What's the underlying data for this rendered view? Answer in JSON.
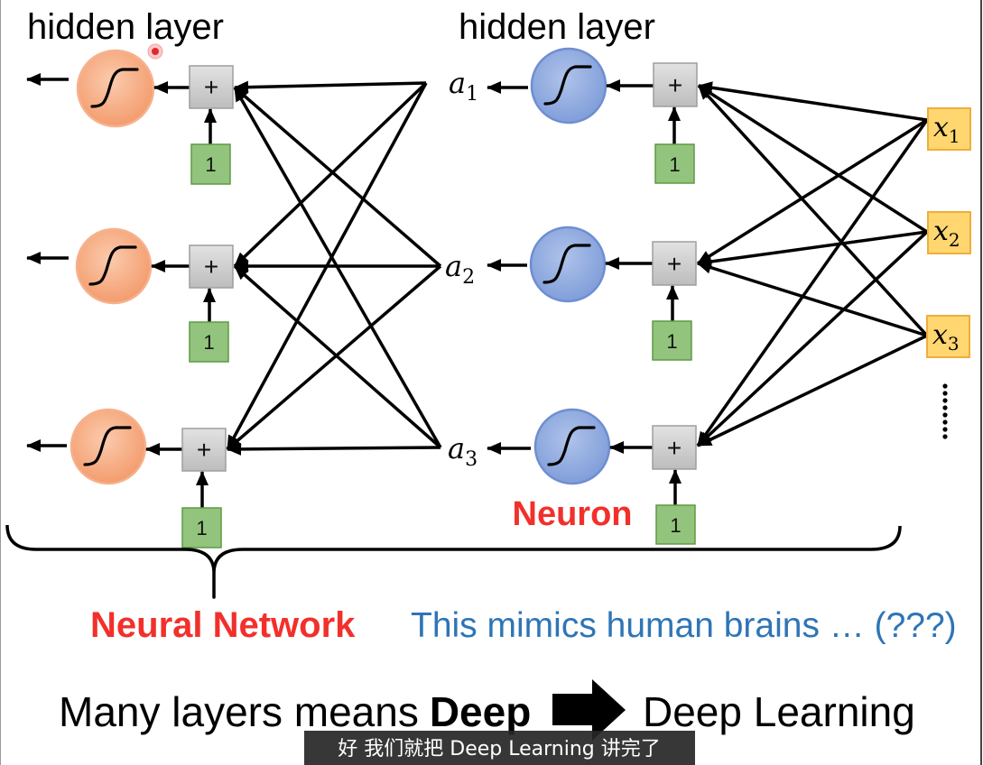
{
  "slide": {
    "left_layer_title": "hidden layer",
    "right_layer_title": "hidden layer",
    "neuron_label": "Neuron",
    "sum_symbol": "+",
    "bias_value": "1",
    "activation_icon": "sigmoid-curve-icon",
    "hidden_outputs": [
      {
        "symbol": "a",
        "index": "1"
      },
      {
        "symbol": "a",
        "index": "2"
      },
      {
        "symbol": "a",
        "index": "3"
      }
    ],
    "inputs": [
      {
        "symbol": "x",
        "index": "1"
      },
      {
        "symbol": "x",
        "index": "2"
      },
      {
        "symbol": "x",
        "index": "3"
      }
    ],
    "more_inputs_icon": "vertical-ellipsis-icon",
    "network_label": "Neural Network",
    "remark": "This mimics human brains … (???)",
    "footer": {
      "statement": "Many layers means",
      "emphasis": "Deep",
      "arrow_icon": "right-block-arrow-icon",
      "result": "Deep Learning"
    },
    "pointer_icon": "laser-pointer-dot"
  },
  "subtitle": "好 我们就把 Deep Learning 讲完了",
  "colors": {
    "activation_output": "#F39B6B",
    "activation_hidden": "#7F9DD9",
    "sum_node": "#BDBDBD",
    "bias_node": "#93C47D",
    "input_node": "#FFD670",
    "highlight_red": "#F2302B",
    "remark_blue": "#2E75B6"
  }
}
